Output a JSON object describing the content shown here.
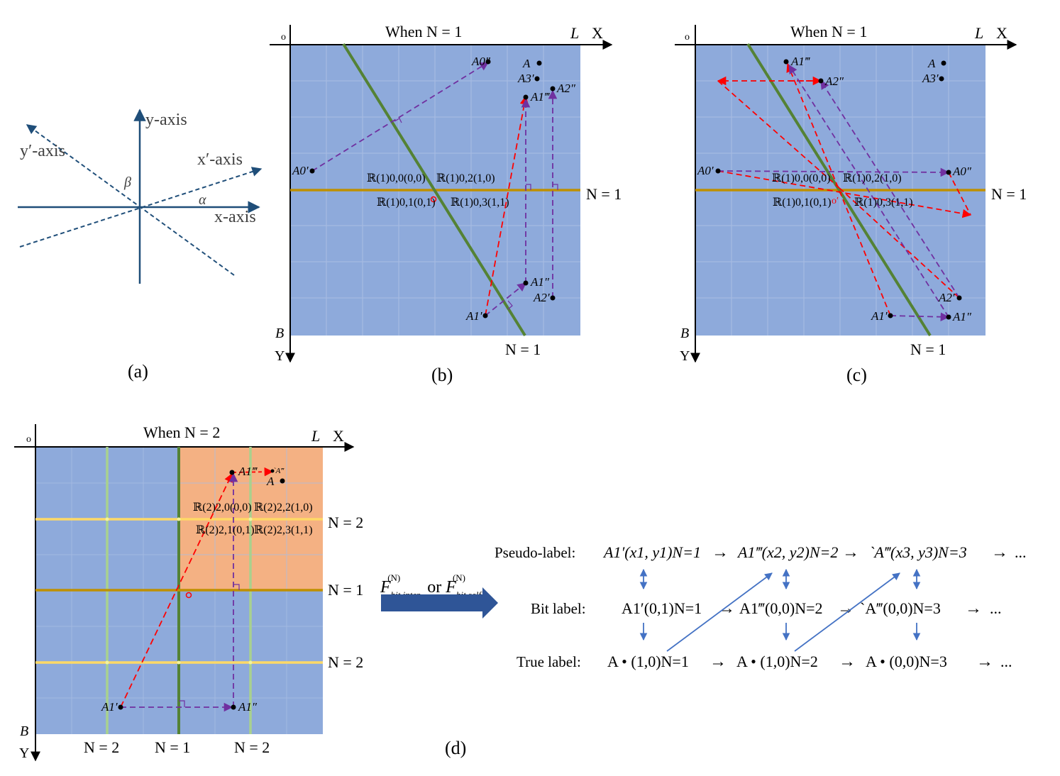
{
  "colors": {
    "panel_blue": "#8eaadb",
    "panel_orange": "#f4b183",
    "grid_line": "#a9bde3",
    "axis_dark": "#1f3864",
    "green_line": "#548235",
    "light_green_line": "#a9d18e",
    "gold_line": "#bf9000",
    "yellow_line": "#ffd966",
    "red_arrow": "#ff0000",
    "purple_arrow": "#7030a0",
    "blue_arrow": "#4472c4",
    "big_arrow": "#2f5597",
    "axis_diagram": "#1f4e79"
  },
  "panel_a": {
    "caption": "(a)",
    "y_axis": "y-axis",
    "x_axis": "x-axis",
    "y_prime_axis": "y′-axis",
    "x_prime_axis": "x′-axis",
    "alpha": "α",
    "beta": "β"
  },
  "panel_b": {
    "caption": "(b)",
    "title": "When N = 1",
    "origin": "o",
    "L": "L",
    "X": "X",
    "B": "B",
    "Y": "Y",
    "n1_right": "N = 1",
    "n1_bottom": "N = 1",
    "center_o": "o",
    "regions": [
      "ℝ(1)0,0(0,0)",
      "ℝ(1)0,2(1,0)",
      "ℝ(1)0,1(0,1)",
      "ℝ(1)0,3(1,1)"
    ],
    "points": {
      "A0pp": "A0″",
      "A": "A",
      "A3p": "A3′",
      "A1ppp": "A1‴",
      "A2pp": "A2″",
      "A0p": "A0′",
      "A1pp": "A1″",
      "A2p": "A2′",
      "A1p": "A1′"
    }
  },
  "panel_c": {
    "caption": "(c)",
    "title": "When N = 1",
    "origin": "o",
    "L": "L",
    "X": "X",
    "B": "B",
    "Y": "Y",
    "n1_right": "N = 1",
    "n1_bottom": "N = 1",
    "center_o": "o′",
    "regions": [
      "ℝ(1)0,0(0,0)",
      "ℝ(1)0,2(1,0)",
      "ℝ(1)0,1(0,1)",
      "ℝ(1)0,3(1,1)"
    ],
    "points": {
      "A1ppp": "A1‴",
      "A2pp": "A2″",
      "A": "A",
      "A3p": "A3′",
      "A0p": "A0′",
      "A0pp": "A0″",
      "A2p": "A2′",
      "A1p": "A1′",
      "A1pp": "A1″"
    }
  },
  "panel_d": {
    "caption": "(d)",
    "title": "When N = 2",
    "origin": "o",
    "L": "L",
    "X": "X",
    "B": "B",
    "Y": "Y",
    "right_labels": [
      "N = 2",
      "N = 1",
      "N = 2"
    ],
    "bottom_labels": [
      "N = 2",
      "N = 1",
      "N = 2"
    ],
    "center_o": "o",
    "regions": [
      "ℝ(2)2,0(0,0)",
      "ℝ(2)2,2(1,0)",
      "ℝ(2)2,1(0,1)",
      "ℝ(2)2,3(1,1)"
    ],
    "points": {
      "A1ppp": "A1‴",
      "Abppp": "`A‴",
      "A": "A",
      "A1p": "A1′",
      "A1pp": "A1″"
    },
    "operator": "F(N)bit,inter or F(N)bit,self"
  },
  "chain": {
    "pseudo_label": "Pseudo-label:",
    "pseudo_items": [
      "A1′(x1, y1)N=1",
      "A1‴(x2, y2)N=2",
      "`A‴(x3, y3)N=3",
      "..."
    ],
    "bit_label": "Bit label:",
    "bit_items": [
      "A1′(0,1)N=1",
      "A1‴(0,0)N=2",
      "`A‴(0,0)N=3",
      "..."
    ],
    "true_label": "True label:",
    "true_items": [
      "A • (1,0)N=1",
      "A • (1,0)N=2",
      "A • (0,0)N=3",
      "..."
    ]
  }
}
